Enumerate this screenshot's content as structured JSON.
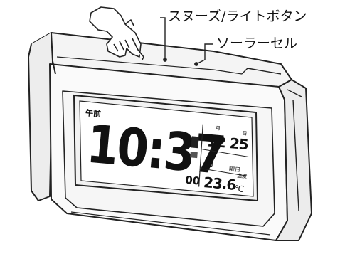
{
  "callouts": {
    "snooze_light_button": "スヌーズ/ライトボタン",
    "solar_cell": "ソーラーセル"
  },
  "lcd": {
    "ampm_label": "午前",
    "time": "10:37",
    "seconds": "00",
    "date": "12 25",
    "month_mark": "月",
    "day_mark": "日",
    "weekday_label": "曜日",
    "weekday_value": "月",
    "temp_label": "温度",
    "temperature": "23.6",
    "temp_unit": "℃"
  }
}
